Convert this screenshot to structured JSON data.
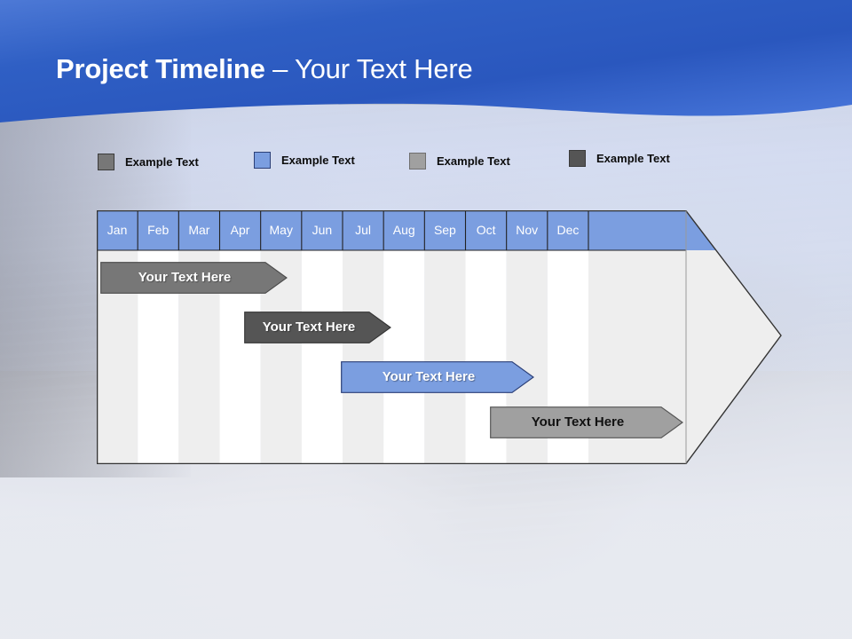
{
  "slide": {
    "title_bold": "Project Timeline",
    "title_sep": " – ",
    "title_light": "Your Text Here",
    "header_color_top": "#2f5fc4",
    "header_color_bottom": "#3f74dc",
    "background": "rocky-cliff-photo-faded"
  },
  "legend": {
    "items": [
      {
        "label": "Example Text",
        "color": "#777777",
        "border": "#3b3b3b",
        "x": 0
      },
      {
        "label": "Example Text",
        "color": "#7b9ee0",
        "border": "#2b3f77",
        "x": 176
      },
      {
        "label": "Example Text",
        "color": "#a0a0a0",
        "border": "#6f6f6f",
        "x": 351
      },
      {
        "label": "Example Text",
        "color": "#555555",
        "border": "#3b3b3b",
        "x": 531
      }
    ]
  },
  "timeline": {
    "header_fill": "#7b9ee0",
    "header_text_color": "#ffffff",
    "grid_band_light": "#ffffff",
    "grid_band_shade": "#eeeeee",
    "arrow_head_fill": "#eeeeee",
    "outline_color": "#333333",
    "months": [
      "Jan",
      "Feb",
      "Mar",
      "Apr",
      "May",
      "Jun",
      "Jul",
      "Aug",
      "Sep",
      "Oct",
      "Nov",
      "Dec"
    ],
    "bars": [
      {
        "label": "Your  Text Here",
        "start_month": "Jan",
        "end_month": "Apr",
        "row": 1,
        "fill": "#777777",
        "stroke": "#4a4a4a",
        "text_color": "#ffffff"
      },
      {
        "label": "Your  Text Here",
        "start_month": "Apr",
        "end_month": "Jun",
        "row": 2,
        "fill": "#555555",
        "stroke": "#333333",
        "text_color": "#ffffff"
      },
      {
        "label": "Your  Text Here",
        "start_month": "Jun",
        "end_month": "Sep",
        "row": 3,
        "fill": "#7b9ee0",
        "stroke": "#2b3f77",
        "text_color": "#ffffff"
      },
      {
        "label": "Your  Text Here",
        "start_month": "Sep",
        "end_month": "Dec",
        "row": 4,
        "fill": "#a0a0a0",
        "stroke": "#555555",
        "text_color": "#111111"
      }
    ]
  },
  "chart_data": {
    "type": "bar",
    "title": "Project Timeline – Your Text Here",
    "xlabel": "",
    "ylabel": "",
    "categories": [
      "Jan",
      "Feb",
      "Mar",
      "Apr",
      "May",
      "Jun",
      "Jul",
      "Aug",
      "Sep",
      "Oct",
      "Nov",
      "Dec"
    ],
    "series": [
      {
        "name": "Your  Text Here",
        "start": 1,
        "end": 4,
        "color": "#777777"
      },
      {
        "name": "Your  Text Here",
        "start": 4,
        "end": 6,
        "color": "#555555"
      },
      {
        "name": "Your  Text Here",
        "start": 6,
        "end": 9,
        "color": "#7b9ee0"
      },
      {
        "name": "Your  Text Here",
        "start": 9,
        "end": 12,
        "color": "#a0a0a0"
      }
    ],
    "legend": [
      "Example Text",
      "Example Text",
      "Example Text",
      "Example Text"
    ],
    "grid": true,
    "xlim": [
      1,
      13
    ]
  }
}
